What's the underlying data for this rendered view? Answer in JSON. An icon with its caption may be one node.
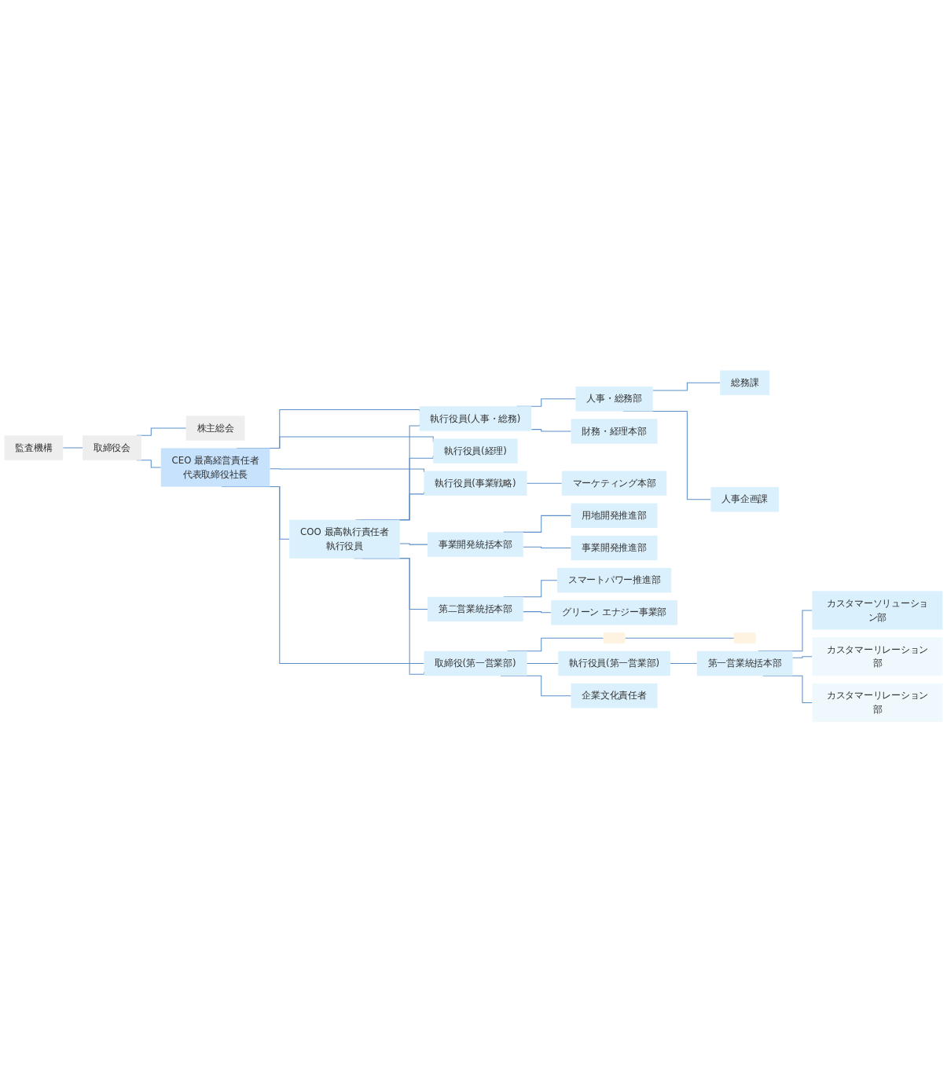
{
  "diagram": {
    "nodes": [
      {
        "text": [
          "監査機構"
        ]
      },
      {
        "text": [
          "取締役会"
        ]
      },
      {
        "text": [
          "株主総会"
        ]
      },
      {
        "text": [
          "CEO 最高経営責任者",
          "代表取締役社長"
        ]
      },
      {
        "text": [
          "COO 最高執行責任者",
          "執行役員"
        ]
      },
      {
        "text": [
          "人事・総務部"
        ]
      },
      {
        "text": [
          "総務課"
        ]
      },
      {
        "text": [
          "執行役員(人事・総務)"
        ]
      },
      {
        "text": [
          "財務・経理本部"
        ]
      },
      {
        "text": [
          "人事企画課"
        ]
      },
      {
        "text": [
          "執行役員(経理)"
        ]
      },
      {
        "text": [
          "執行役員(事業戦略)"
        ]
      },
      {
        "text": [
          "マーケティング本部"
        ]
      },
      {
        "text": [
          "事業開発統括本部"
        ]
      },
      {
        "text": [
          "用地開発推進部"
        ]
      },
      {
        "text": [
          "事業開発推進部"
        ]
      },
      {
        "text": [
          "第二営業統括本部"
        ]
      },
      {
        "text": [
          "スマートパワー推進部"
        ]
      },
      {
        "text": [
          "グリーン エナジー事業部"
        ]
      },
      {
        "text": [],
        "shape": "box"
      },
      {
        "text": [],
        "shape": "box"
      },
      {
        "text": [
          "取締役(第一営業部)"
        ]
      },
      {
        "text": [
          "執行役員(第一営業部)"
        ]
      },
      {
        "text": [
          "第一営業統括本部"
        ]
      },
      {
        "text": [
          "カスタマーソリューション部"
        ]
      },
      {
        "text": [
          "カスタマーリレーション部"
        ]
      },
      {
        "text": [
          "カスタマーリレーション部"
        ]
      },
      {
        "text": [
          "企業文化責任者"
        ]
      }
    ],
    "edges": [
      {
        "from": 0,
        "to": 1,
        "arrow": "none"
      },
      {
        "from": 1,
        "to": 2,
        "arrow": "none"
      },
      {
        "from": 1,
        "to": 3,
        "arrow": "none"
      },
      {
        "from": 3,
        "to": 4,
        "arrow": "none"
      },
      {
        "from": 3,
        "to": 7,
        "arrow": "none"
      },
      {
        "from": 3,
        "to": 10,
        "arrow": "none"
      },
      {
        "from": 3,
        "to": 11,
        "arrow": "none"
      },
      {
        "from": 4,
        "to": 7,
        "arrow": "none"
      },
      {
        "from": 4,
        "to": 10,
        "arrow": "none"
      },
      {
        "from": 4,
        "to": 11,
        "arrow": "none"
      },
      {
        "from": 7,
        "to": 5,
        "arrow": "none"
      },
      {
        "from": 7,
        "to": 8,
        "arrow": "none"
      },
      {
        "from": 5,
        "to": 6,
        "arrow": "none"
      },
      {
        "from": 5,
        "to": 9,
        "arrow": "none"
      },
      {
        "from": 11,
        "to": 12,
        "arrow": "none"
      },
      {
        "from": 4,
        "to": 13,
        "arrow": "none"
      },
      {
        "from": 4,
        "to": 16,
        "arrow": "none"
      },
      {
        "from": 13,
        "to": 14,
        "arrow": "none"
      },
      {
        "from": 13,
        "to": 15,
        "arrow": "none"
      },
      {
        "from": 16,
        "to": 17,
        "arrow": "none"
      },
      {
        "from": 16,
        "to": 18,
        "arrow": "none"
      },
      {
        "from": 3,
        "to": 21,
        "arrow": "none"
      },
      {
        "from": 4,
        "to": 21,
        "arrow": "none"
      },
      {
        "from": 21,
        "to": 19,
        "arrow": "none"
      },
      {
        "from": 21,
        "to": 22,
        "arrow": "none"
      },
      {
        "from": 21,
        "to": 27,
        "arrow": "none"
      },
      {
        "from": 19,
        "to": 20,
        "arrow": "none"
      },
      {
        "from": 22,
        "to": 23,
        "arrow": "none"
      },
      {
        "from": 23,
        "to": 24,
        "arrow": "none"
      },
      {
        "from": 23,
        "to": 25,
        "arrow": "none"
      },
      {
        "from": 23,
        "to": 26,
        "arrow": "none"
      }
    ]
  }
}
